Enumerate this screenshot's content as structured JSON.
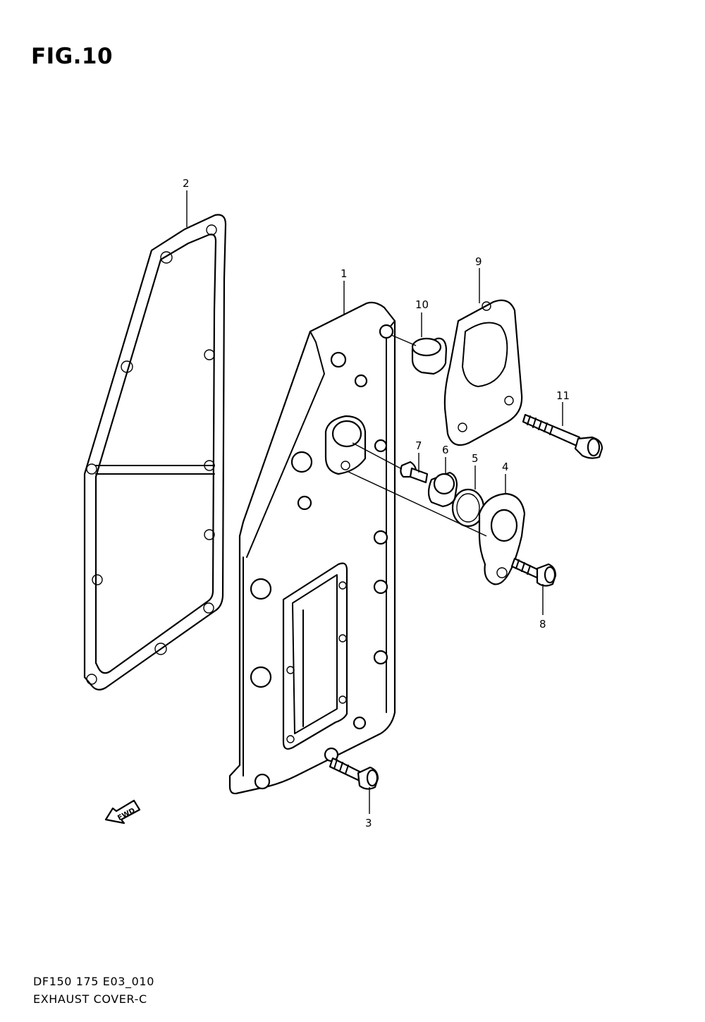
{
  "figure": {
    "title": "FIG.10",
    "code": "DF150 175 E03_010",
    "name": "EXHAUST COVER-C"
  },
  "fwd_label": "FWD",
  "callouts": {
    "c1": "1",
    "c2": "2",
    "c3": "3",
    "c4": "4",
    "c5": "5",
    "c6": "6",
    "c7": "7",
    "c8": "8",
    "c9": "9",
    "c10": "10",
    "c11": "11"
  }
}
